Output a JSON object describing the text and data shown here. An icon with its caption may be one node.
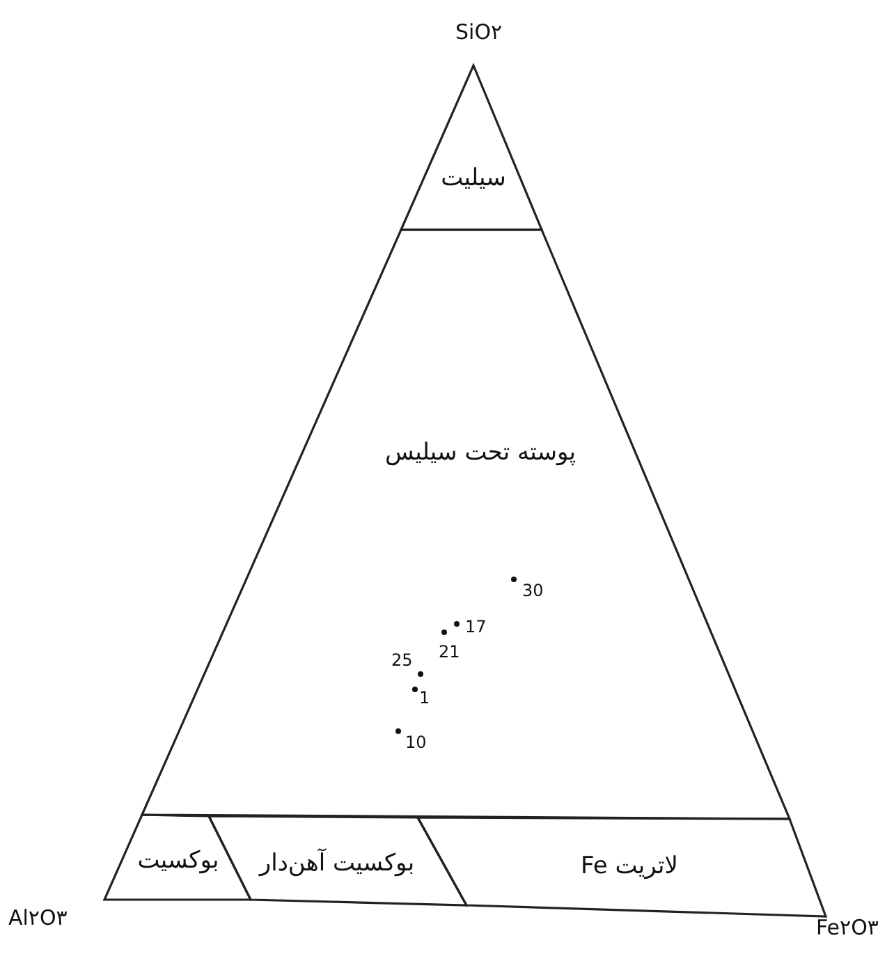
{
  "diagram": {
    "nodes": [
      {
        "text": [
          "سیلیت"
        ]
      },
      {
        "text": [
          "پوسته تحت سیلیس"
        ]
      },
      {
        "text": [
          "بوکسیت"
        ]
      },
      {
        "text": [
          "بوکسیت آهن‌دار"
        ]
      },
      {
        "text": [
          "لاتریت Fe"
        ]
      }
    ],
    "labels": [
      "SiO۲",
      "Al۲O۳",
      "Fe۲O۳",
      "30",
      "17",
      "21",
      "25",
      "1",
      "10"
    ]
  }
}
